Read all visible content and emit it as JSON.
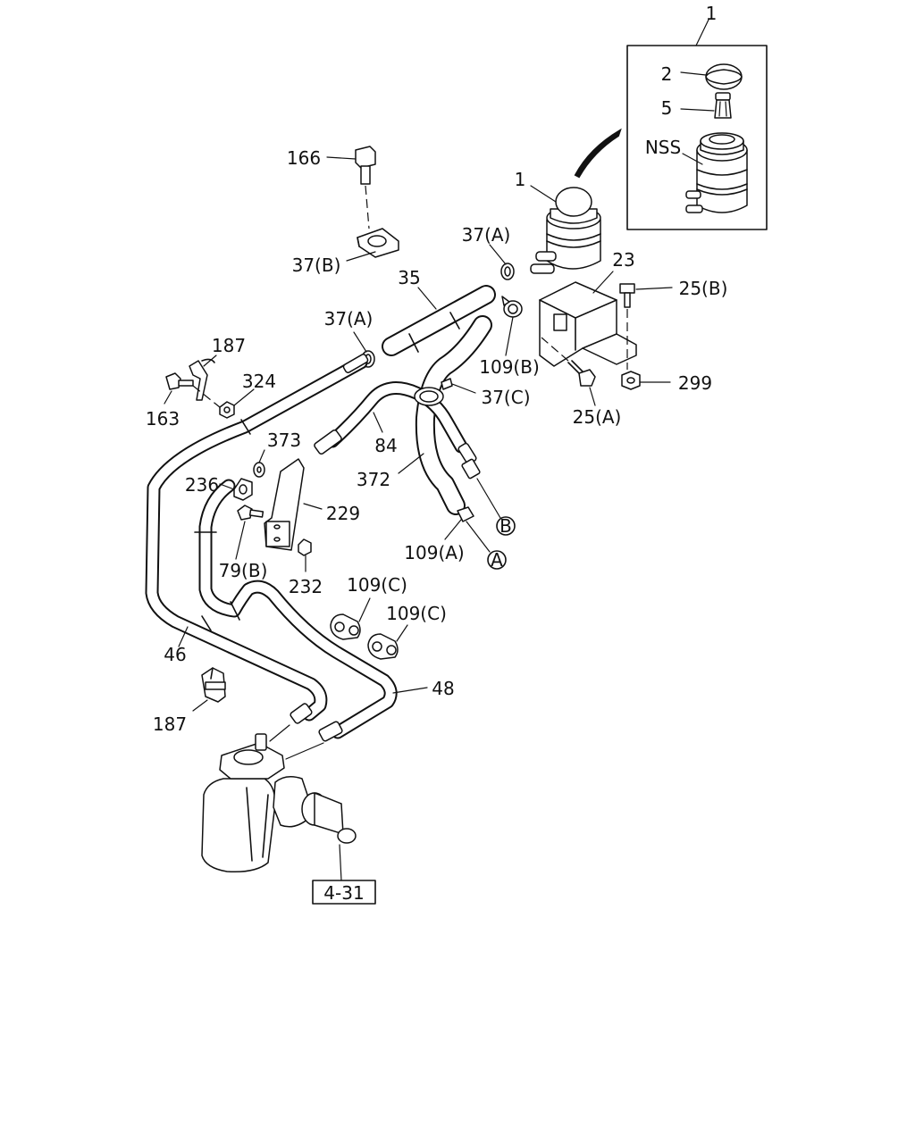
{
  "callouts": {
    "c1_top": "1",
    "c2": "2",
    "c5": "5",
    "nss": "NSS",
    "c1_res": "1",
    "c166": "166",
    "c37b": "37(B)",
    "c37a_top": "37(A)",
    "c23": "23",
    "c25b": "25(B)",
    "c35": "35",
    "c37a_mid": "37(A)",
    "c109b": "109(B)",
    "c187_top": "187",
    "c324": "324",
    "c163": "163",
    "c37c": "37(C)",
    "c299": "299",
    "c25a": "25(A)",
    "c373": "373",
    "c84": "84",
    "c236": "236",
    "c372": "372",
    "c229": "229",
    "cB": "B",
    "c79b": "79(B)",
    "c109a": "109(A)",
    "cA": "A",
    "c232": "232",
    "c109c_1": "109(C)",
    "c109c_2": "109(C)",
    "c46": "46",
    "c48": "48",
    "c187_bot": "187",
    "ref_box": "4-31"
  }
}
